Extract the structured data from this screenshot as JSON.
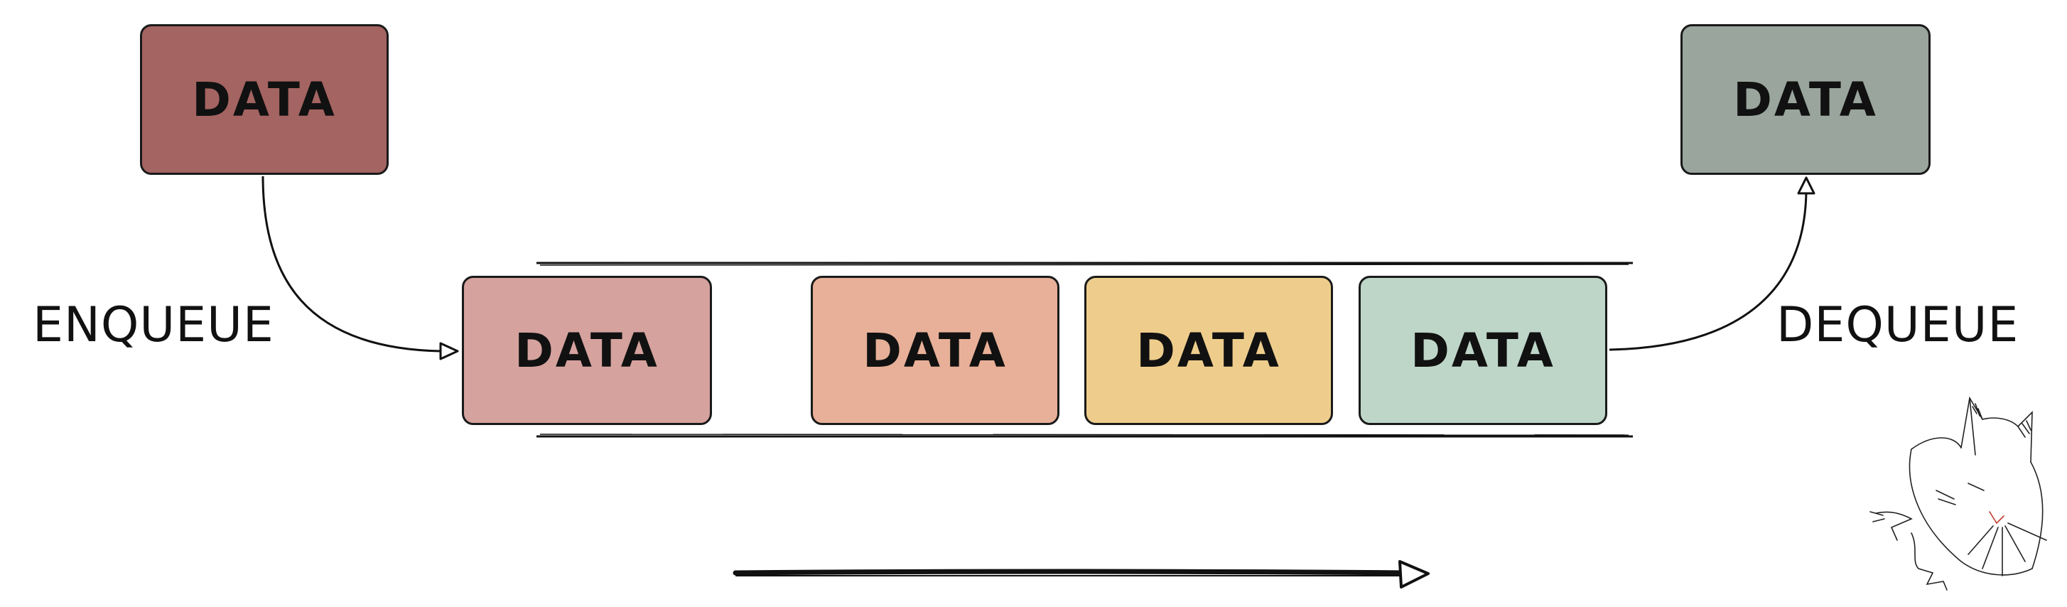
{
  "labels": {
    "enqueue": "ENQUEUE",
    "dequeue": "DEQUEUE"
  },
  "boxes": {
    "incoming": {
      "text": "DATA",
      "color": "#a46461"
    },
    "queue_1": {
      "text": "DATA",
      "color": "#d5a29e"
    },
    "queue_2": {
      "text": "DATA",
      "color": "#e8b098"
    },
    "queue_3": {
      "text": "DATA",
      "color": "#eecd8c"
    },
    "queue_4": {
      "text": "DATA",
      "color": "#bed6c8"
    },
    "outgoing": {
      "text": "DATA",
      "color": "#9aa59d"
    }
  },
  "icons": {
    "sleeping_cat": "sleeping-cat-icon",
    "direction_arrow": "arrow-right-icon"
  }
}
